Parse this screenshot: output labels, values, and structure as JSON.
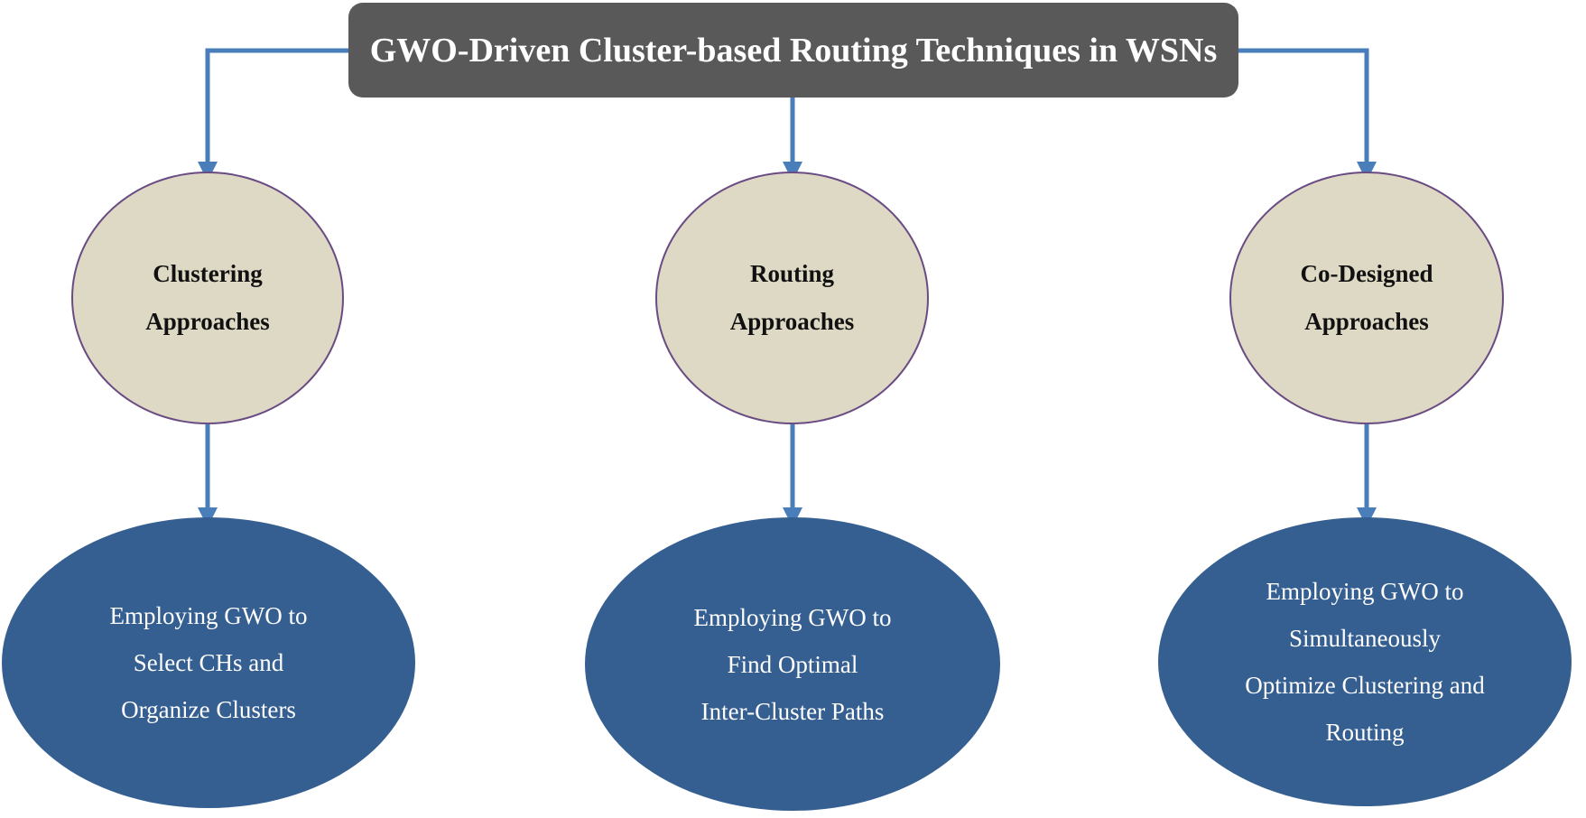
{
  "colors": {
    "header_bg": "#595959",
    "header_text": "#ffffff",
    "category_fill": "#ddd9c4",
    "category_border": "#6a4b83",
    "detail_fill": "#355f91",
    "detail_text": "#ffffff",
    "connector": "#4a7ebb"
  },
  "header": {
    "title": "GWO-Driven Cluster-based Routing Techniques in WSNs"
  },
  "branches": [
    {
      "category_lines": [
        "Clustering",
        "Approaches"
      ],
      "detail_lines": [
        "Employing GWO to",
        "Select CHs and",
        "Organize Clusters"
      ]
    },
    {
      "category_lines": [
        "Routing",
        "Approaches"
      ],
      "detail_lines": [
        "Employing GWO to",
        "Find Optimal",
        "Inter-Cluster Paths"
      ]
    },
    {
      "category_lines": [
        "Co-Designed",
        "Approaches"
      ],
      "detail_lines": [
        "Employing GWO to",
        "Simultaneously",
        "Optimize Clustering and",
        "Routing"
      ]
    }
  ]
}
